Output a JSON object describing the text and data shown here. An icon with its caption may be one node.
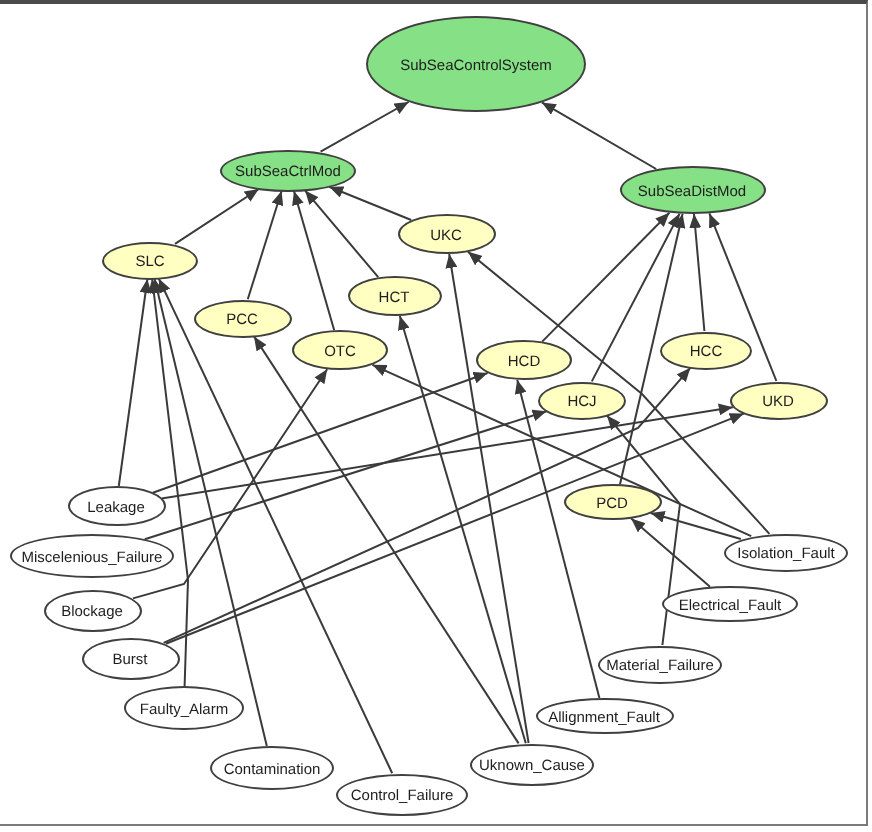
{
  "diagram": {
    "nodes": [
      {
        "text": [
          "SubSeaControlSystem"
        ]
      },
      {
        "text": [
          "SubSeaCtrlMod"
        ]
      },
      {
        "text": [
          "SubSeaDistMod"
        ]
      },
      {
        "text": [
          "SLC"
        ]
      },
      {
        "text": [
          "UKC"
        ]
      },
      {
        "text": [
          "PCC"
        ]
      },
      {
        "text": [
          "HCT"
        ]
      },
      {
        "text": [
          "OTC"
        ]
      },
      {
        "text": [
          "HCD"
        ]
      },
      {
        "text": [
          "HCJ"
        ]
      },
      {
        "text": [
          "HCC"
        ]
      },
      {
        "text": [
          "UKD"
        ]
      },
      {
        "text": [
          "PCD"
        ]
      },
      {
        "text": [
          "Leakage"
        ]
      },
      {
        "text": [
          "Miscelenious_Failure"
        ]
      },
      {
        "text": [
          "Blockage"
        ]
      },
      {
        "text": [
          "Burst"
        ]
      },
      {
        "text": [
          "Faulty_Alarm"
        ]
      },
      {
        "text": [
          "Contamination"
        ]
      },
      {
        "text": [
          "Control_Failure"
        ]
      },
      {
        "text": [
          "Uknown_Cause"
        ]
      },
      {
        "text": [
          "Allignment_Fault"
        ]
      },
      {
        "text": [
          "Material_Failure"
        ]
      },
      {
        "text": [
          "Electrical_Fault"
        ]
      },
      {
        "text": [
          "Isolation_Fault"
        ]
      }
    ],
    "edges": [
      {
        "from": 1,
        "to": 0,
        "arrow": "to"
      },
      {
        "from": 2,
        "to": 0,
        "arrow": "to"
      },
      {
        "from": 3,
        "to": 1,
        "arrow": "to"
      },
      {
        "from": 5,
        "to": 1,
        "arrow": "to"
      },
      {
        "from": 7,
        "to": 1,
        "arrow": "to"
      },
      {
        "from": 6,
        "to": 1,
        "arrow": "to"
      },
      {
        "from": 4,
        "to": 1,
        "arrow": "to"
      },
      {
        "from": 8,
        "to": 2,
        "arrow": "to"
      },
      {
        "from": 9,
        "to": 2,
        "arrow": "to"
      },
      {
        "from": 12,
        "to": 2,
        "arrow": "to"
      },
      {
        "from": 10,
        "to": 2,
        "arrow": "to"
      },
      {
        "from": 11,
        "to": 2,
        "arrow": "to"
      },
      {
        "from": 13,
        "to": 3,
        "arrow": "to"
      },
      {
        "from": 17,
        "to": 3,
        "arrow": "to"
      },
      {
        "from": 18,
        "to": 3,
        "arrow": "to"
      },
      {
        "from": 19,
        "to": 3,
        "arrow": "to"
      },
      {
        "from": 20,
        "to": 5,
        "arrow": "to"
      },
      {
        "from": 20,
        "to": 6,
        "arrow": "to"
      },
      {
        "from": 20,
        "to": 4,
        "arrow": "to"
      },
      {
        "from": 15,
        "to": 7,
        "arrow": "to"
      },
      {
        "from": 24,
        "to": 7,
        "arrow": "to"
      },
      {
        "from": 24,
        "to": 4,
        "arrow": "to"
      },
      {
        "from": 24,
        "to": 12,
        "arrow": "to"
      },
      {
        "from": 23,
        "to": 12,
        "arrow": "to"
      },
      {
        "from": 22,
        "to": 9,
        "arrow": "to"
      },
      {
        "from": 21,
        "to": 8,
        "arrow": "to"
      },
      {
        "from": 13,
        "to": 8,
        "arrow": "to"
      },
      {
        "from": 14,
        "to": 9,
        "arrow": "to"
      },
      {
        "from": 13,
        "to": 11,
        "arrow": "to"
      },
      {
        "from": 16,
        "to": 11,
        "arrow": "to"
      },
      {
        "from": 16,
        "to": 10,
        "arrow": "to"
      }
    ]
  }
}
